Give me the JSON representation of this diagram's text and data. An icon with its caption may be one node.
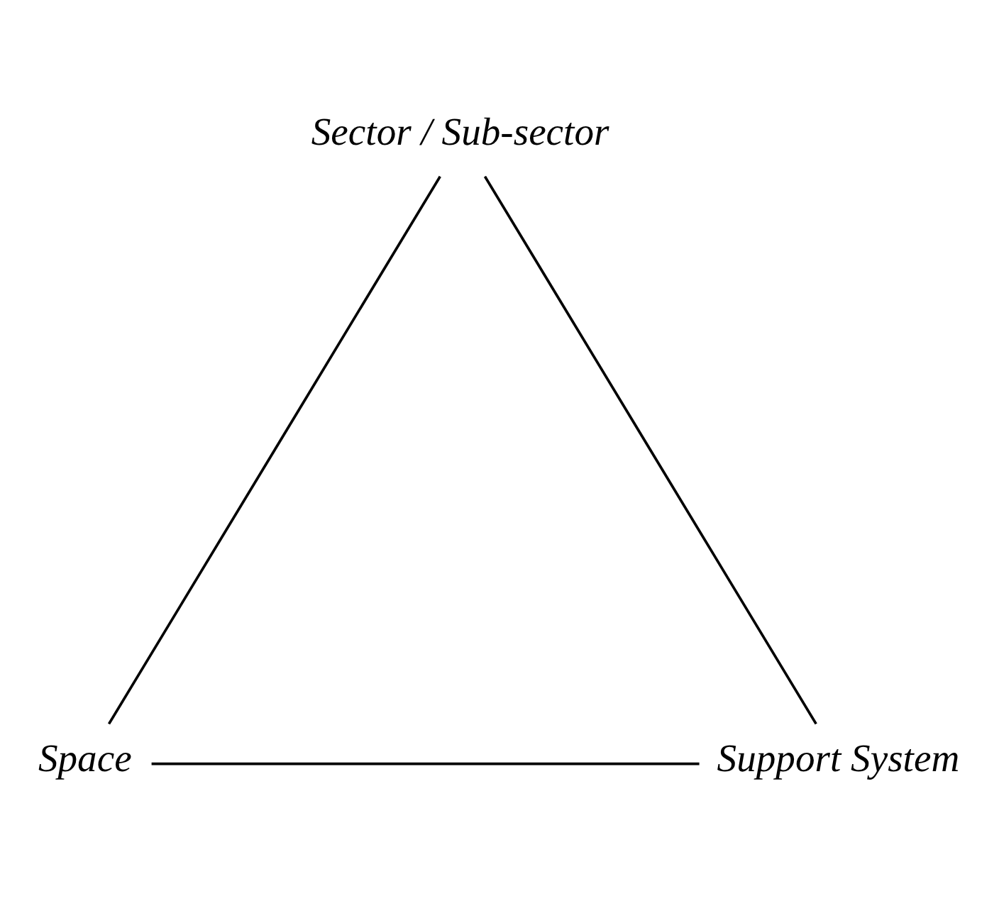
{
  "diagram": {
    "nodes": [
      {
        "text": [
          "Sector / Sub-sector"
        ]
      },
      {
        "text": [
          "Space"
        ]
      },
      {
        "text": [
          "Support System"
        ]
      }
    ],
    "edges": [
      {
        "from": 0,
        "to": 1,
        "arrow": "none"
      },
      {
        "from": 1,
        "to": 2,
        "arrow": "none"
      },
      {
        "from": 0,
        "to": 2,
        "arrow": "none"
      }
    ]
  }
}
